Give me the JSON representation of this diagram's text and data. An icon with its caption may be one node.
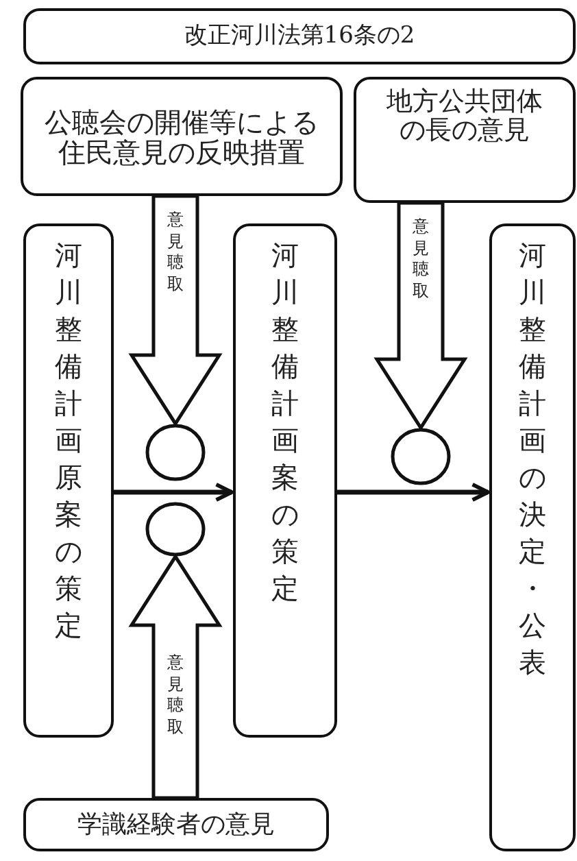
{
  "diagram": {
    "nodes": [
      {
        "text": [
          "改正河川法第16条の2"
        ]
      },
      {
        "text": [
          "公聴会の開催等による住民意見の反映措置"
        ]
      },
      {
        "text": [
          "地方公共団体の長の意見"
        ]
      },
      {
        "text": [
          "河川整備計画原案の策定"
        ]
      },
      {
        "text": [
          "河川整備計画案の策定"
        ]
      },
      {
        "text": [
          "河川整備計画の決定・公表"
        ]
      },
      {
        "text": [
          "学識経験者の意見"
        ]
      },
      {
        "text": [],
        "shape": "circle"
      },
      {
        "text": [],
        "shape": "circle"
      },
      {
        "text": [],
        "shape": "circle"
      }
    ],
    "edges": [
      {
        "from": 1,
        "to": 7,
        "arrow": "to",
        "label": "意見聴取",
        "style": "thick"
      },
      {
        "from": 6,
        "to": 8,
        "arrow": "to",
        "label": "意見聴取",
        "style": "thick"
      },
      {
        "from": 2,
        "to": 9,
        "arrow": "to",
        "label": "意見聴取",
        "style": "thick"
      },
      {
        "from": 3,
        "to": 4,
        "arrow": "to"
      },
      {
        "from": 4,
        "to": 5,
        "arrow": "to"
      }
    ]
  }
}
